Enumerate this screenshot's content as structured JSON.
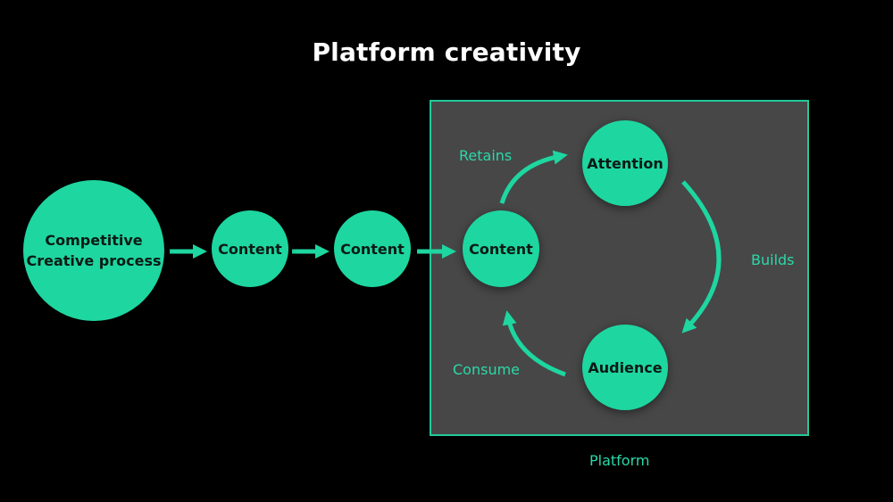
{
  "title": "Platform creativity",
  "colors": {
    "background": "#000000",
    "accent": "#1ed6a0",
    "platform_fill": "#474747",
    "platform_border": "#22c99a",
    "label_text": "#2bd9a6"
  },
  "nodes": {
    "creative_process": {
      "line1": "Competitive",
      "line2": "Creative process"
    },
    "content_1": "Content",
    "content_2": "Content",
    "content_3": "Content",
    "attention": "Attention",
    "audience": "Audience"
  },
  "edge_labels": {
    "retains": "Retains",
    "builds": "Builds",
    "consume": "Consume"
  },
  "platform_label": "Platform"
}
